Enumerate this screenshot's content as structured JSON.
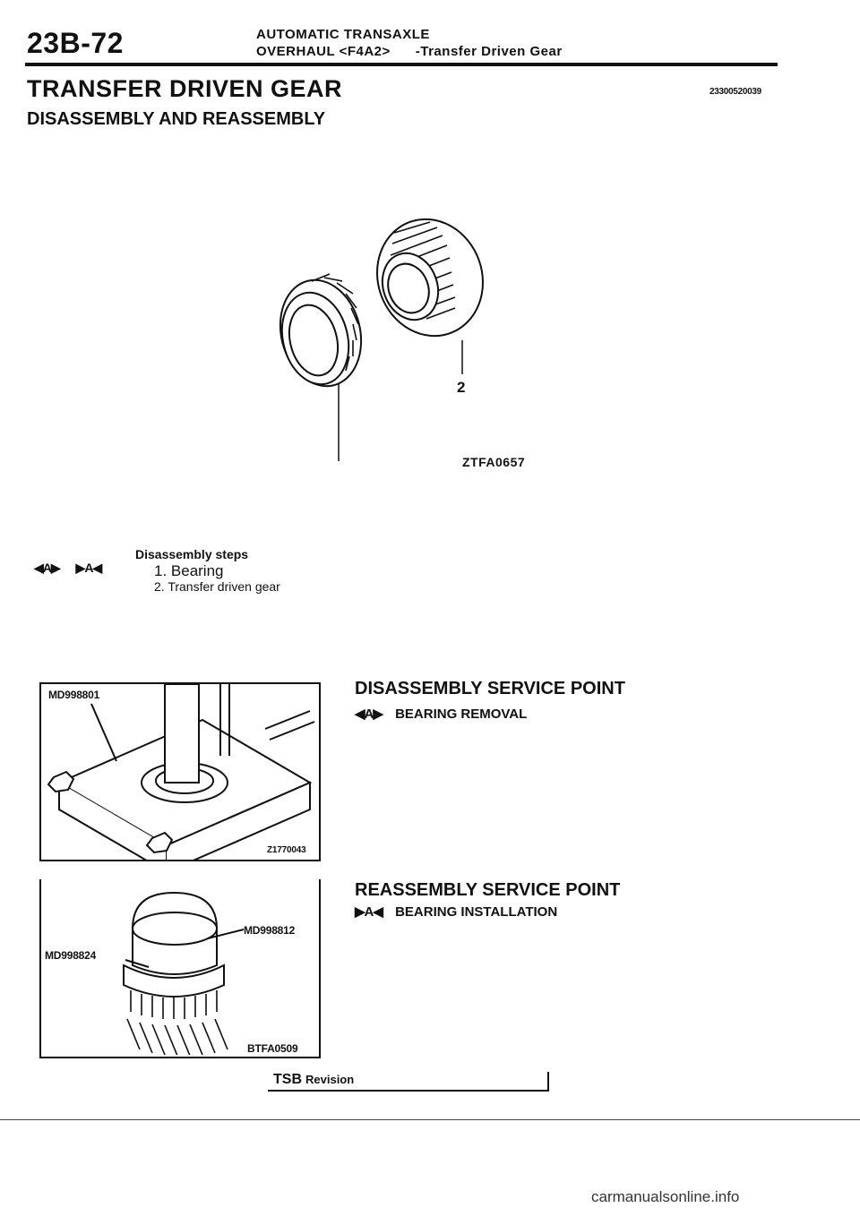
{
  "header": {
    "page_number": "23B-72",
    "section_title": "AUTOMATIC TRANSAXLE",
    "subsection": "OVERHAUL <F4A2>",
    "topic": "-Transfer Driven Gear"
  },
  "main_title": "TRANSFER DRIVEN GEAR",
  "doc_id": "23300520039",
  "sub_title": "DISASSEMBLY AND REASSEMBLY",
  "figure_top": {
    "callout_2": "2",
    "code": "ZTFA0657"
  },
  "disassembly_steps": {
    "title": "Disassembly steps",
    "marks": [
      "◀A▶",
      "▶A◀"
    ],
    "items": [
      "1. Bearing",
      "2. Transfer driven gear"
    ]
  },
  "fig1": {
    "tool_label": "MD998801",
    "code": "Z1770043"
  },
  "fig2": {
    "tool_label_a": "MD998812",
    "tool_label_b": "MD998824",
    "code": "BTFA0509"
  },
  "service1": {
    "title": "DISASSEMBLY SERVICE POINT",
    "mark": "◀A▶",
    "item": "BEARING REMOVAL"
  },
  "service2": {
    "title": "REASSEMBLY SERVICE POINT",
    "mark": "▶A◀",
    "item": "BEARING INSTALLATION"
  },
  "footer": {
    "tsb": "TSB",
    "revision": "Revision"
  },
  "watermark": "carmanualsonline.info"
}
